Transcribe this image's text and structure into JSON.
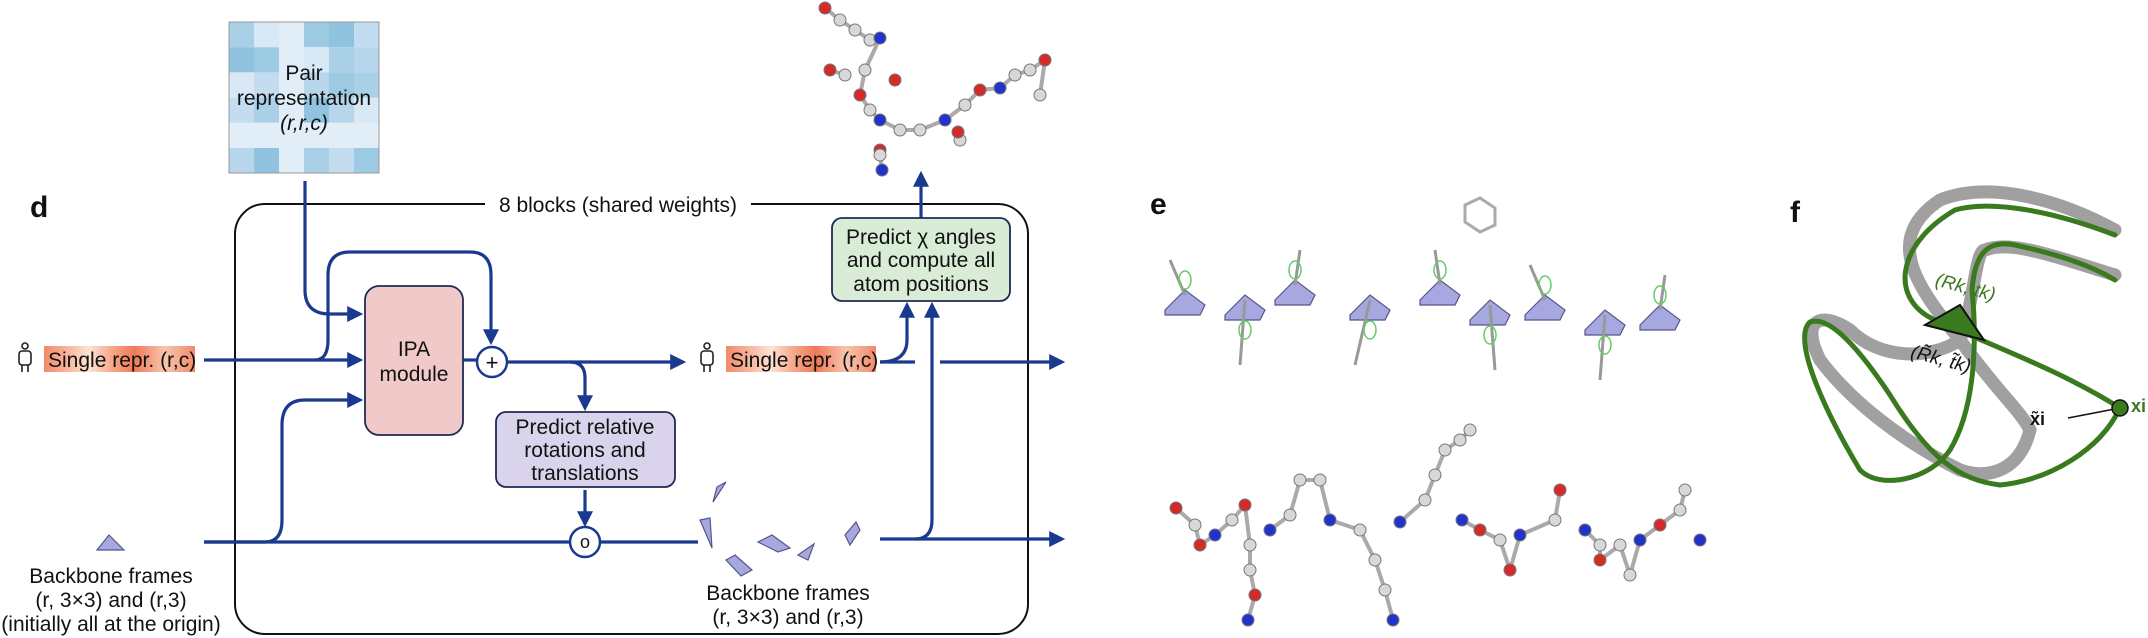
{
  "panels": {
    "d": "d",
    "e": "e",
    "f": "f"
  },
  "d": {
    "pair_repr": {
      "line1": "Pair",
      "line2": "representation",
      "line3": "(r,r,c)"
    },
    "blocks_label": "8 blocks (shared weights)",
    "ipa": {
      "line1": "IPA",
      "line2": "module"
    },
    "plus_symbol": "+",
    "compose_symbol": "o",
    "single_repr_in": "Single repr. (r,c)",
    "single_repr_out": "Single repr. (r,c)",
    "predict_rel": {
      "line1": "Predict relative",
      "line2": "rotations and",
      "line3": "translations"
    },
    "predict_chi": {
      "line1": "Predict χ angles",
      "line2": "and compute all",
      "line3": "atom positions"
    },
    "backbone_in": {
      "line1": "Backbone frames",
      "line2": "(r, 3×3) and (r,3)",
      "line3": "(initially all at the origin)"
    },
    "backbone_out": {
      "line1": "Backbone frames",
      "line2": "(r, 3×3) and (r,3)"
    }
  },
  "f": {
    "pred_frame": "(Rk, tk)",
    "true_frame": "(R̃k, t̃k)",
    "true_atom": "x̃i",
    "pred_atom": "xi"
  },
  "colors": {
    "flow": "#1a3a8f",
    "ipa_fill": "#f2c9c9",
    "predict_rel_fill": "#d9d4ec",
    "predict_chi_fill": "#d8ecd6",
    "pred_structure": "#3a7a1e",
    "true_structure": "#a0a0a0",
    "oxygen": "#d42a2a",
    "nitrogen": "#2233cc",
    "carbon": "#d8d8d8"
  },
  "icons": [
    "person-icon",
    "backbone-frame-icon",
    "molecule-icon"
  ]
}
